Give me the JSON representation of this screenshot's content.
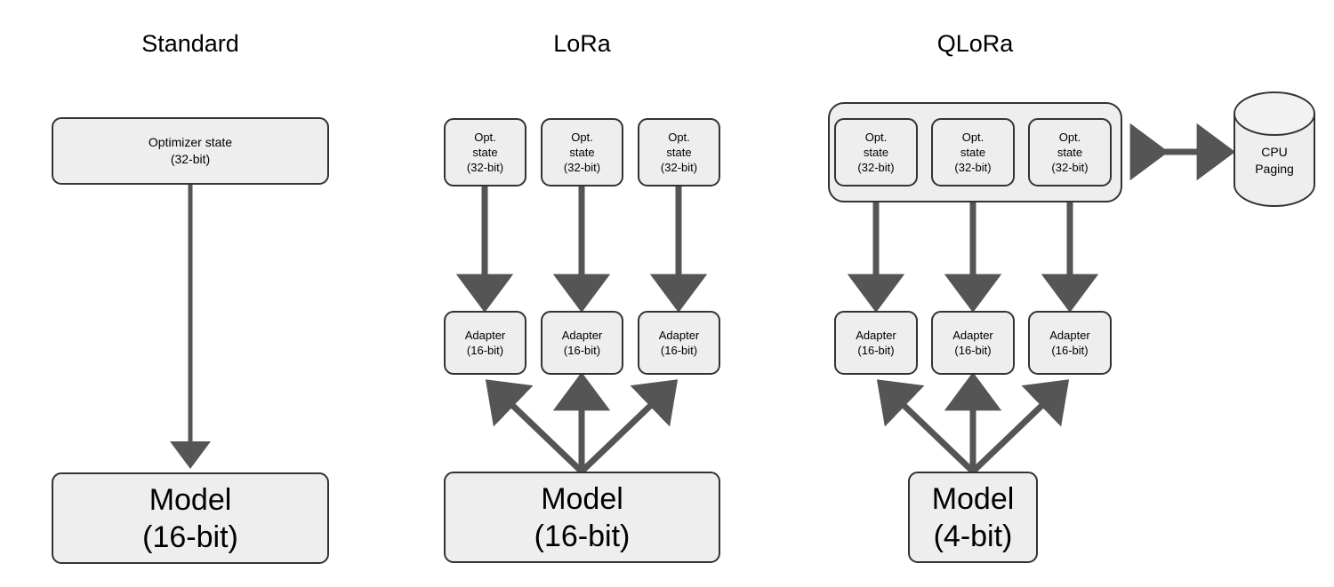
{
  "figure": {
    "title": "Standard vs LoRa vs QLoRa finetuning memory layout",
    "background_color": "#ffffff",
    "box_fill": "#eeeeee",
    "box_stroke": "#333333",
    "arrow_color": "#555555"
  },
  "columns": [
    {
      "id": "standard",
      "title": "Standard",
      "optimizer": {
        "line1": "Optimizer state",
        "line2": "(32-bit)"
      },
      "model": {
        "line1": "Model",
        "line2": "(16-bit)"
      }
    },
    {
      "id": "lora",
      "title": "LoRa",
      "optimizers": [
        {
          "line1": "Opt.",
          "line2": "state",
          "line3": "(32-bit)"
        },
        {
          "line1": "Opt.",
          "line2": "state",
          "line3": "(32-bit)"
        },
        {
          "line1": "Opt.",
          "line2": "state",
          "line3": "(32-bit)"
        }
      ],
      "adapters": [
        {
          "line1": "Adapter",
          "line2": "(16-bit)"
        },
        {
          "line1": "Adapter",
          "line2": "(16-bit)"
        },
        {
          "line1": "Adapter",
          "line2": "(16-bit)"
        }
      ],
      "model": {
        "line1": "Model",
        "line2": "(16-bit)"
      }
    },
    {
      "id": "qlora",
      "title": "QLoRa",
      "optimizers": [
        {
          "line1": "Opt.",
          "line2": "state",
          "line3": "(32-bit)"
        },
        {
          "line1": "Opt.",
          "line2": "state",
          "line3": "(32-bit)"
        },
        {
          "line1": "Opt.",
          "line2": "state",
          "line3": "(32-bit)"
        }
      ],
      "adapters": [
        {
          "line1": "Adapter",
          "line2": "(16-bit)"
        },
        {
          "line1": "Adapter",
          "line2": "(16-bit)"
        },
        {
          "line1": "Adapter",
          "line2": "(16-bit)"
        }
      ],
      "model": {
        "line1": "Model",
        "line2": "(4-bit)"
      },
      "storage": {
        "line1": "CPU",
        "line2": "Paging"
      }
    }
  ]
}
